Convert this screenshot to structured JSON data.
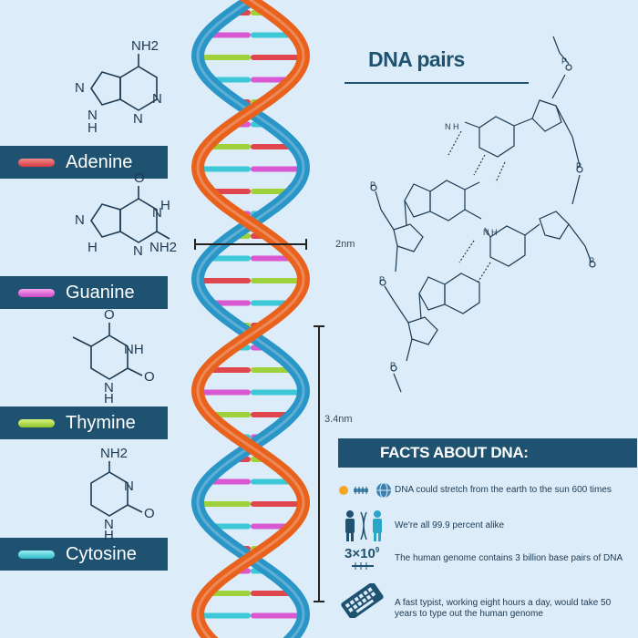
{
  "bases": [
    {
      "name": "Adenine",
      "color": "#e0464d",
      "atoms": [
        "NH2",
        "N",
        "N",
        "N",
        "N",
        "H"
      ]
    },
    {
      "name": "Guanine",
      "color": "#d957d0",
      "atoms": [
        "O",
        "N",
        "N",
        "N",
        "H",
        "H",
        "NH2"
      ]
    },
    {
      "name": "Thymine",
      "color": "#9fd23a",
      "atoms": [
        "O",
        "NH",
        "N",
        "H",
        "O"
      ]
    },
    {
      "name": "Cytosine",
      "color": "#3cc8d6",
      "atoms": [
        "NH2",
        "N",
        "N",
        "H",
        "O"
      ]
    }
  ],
  "title": "DNA pairs",
  "width_label": "2nm",
  "pitch_label": "3.4nm",
  "facts_title": "FACTS ABOUT DNA:",
  "facts": [
    {
      "text": "DNA could stretch from the earth to the sun 600 times",
      "icon": "earth-sun-icon"
    },
    {
      "text": "We're all 99.9 percent alike",
      "icon": "people-icon"
    },
    {
      "text": "The human genome contains 3 billion base pairs of DNA",
      "icon": "three-billion-icon",
      "icon_text": "3×10",
      "icon_exp": "9"
    },
    {
      "text": "A fast typist, working eight hours a day, would take 50 years to type out the human genome",
      "icon": "keyboard-icon"
    }
  ],
  "colors": {
    "strand_orange": "#e8621e",
    "strand_blue": "#2a95c7",
    "panel": "#1f5270",
    "background": "#dcecf8"
  }
}
